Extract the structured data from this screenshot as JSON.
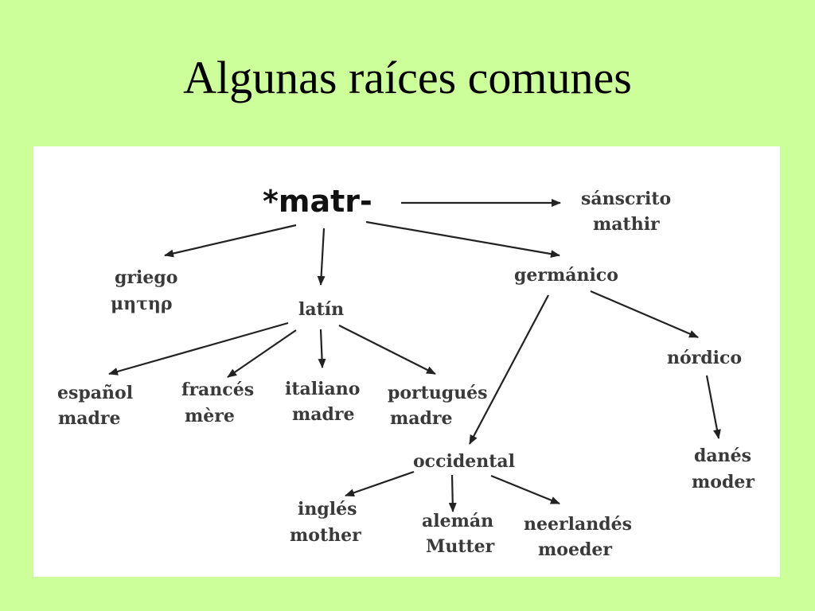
{
  "title": "Algunas raíces comunes",
  "diagram": {
    "root": "*matr-",
    "nodes": {
      "sanskrit_lang": "sánscrito",
      "sanskrit_word": "mathir",
      "greek_lang": "griego",
      "greek_word": "μητηρ",
      "latin": "latín",
      "germanic": "germánico",
      "spanish_lang": "español",
      "spanish_word": "madre",
      "french_lang": "francés",
      "french_word": "mère",
      "italian_lang": "italiano",
      "italian_word": "madre",
      "portuguese_lang": "portugués",
      "portuguese_word": "madre",
      "nordic": "nórdico",
      "danish_lang": "danés",
      "danish_word": "moder",
      "western": "occidental",
      "english_lang": "inglés",
      "english_word": "mother",
      "german_lang": "alemán",
      "german_word": "Mutter",
      "dutch_lang": "neerlandés",
      "dutch_word": "moeder"
    }
  }
}
